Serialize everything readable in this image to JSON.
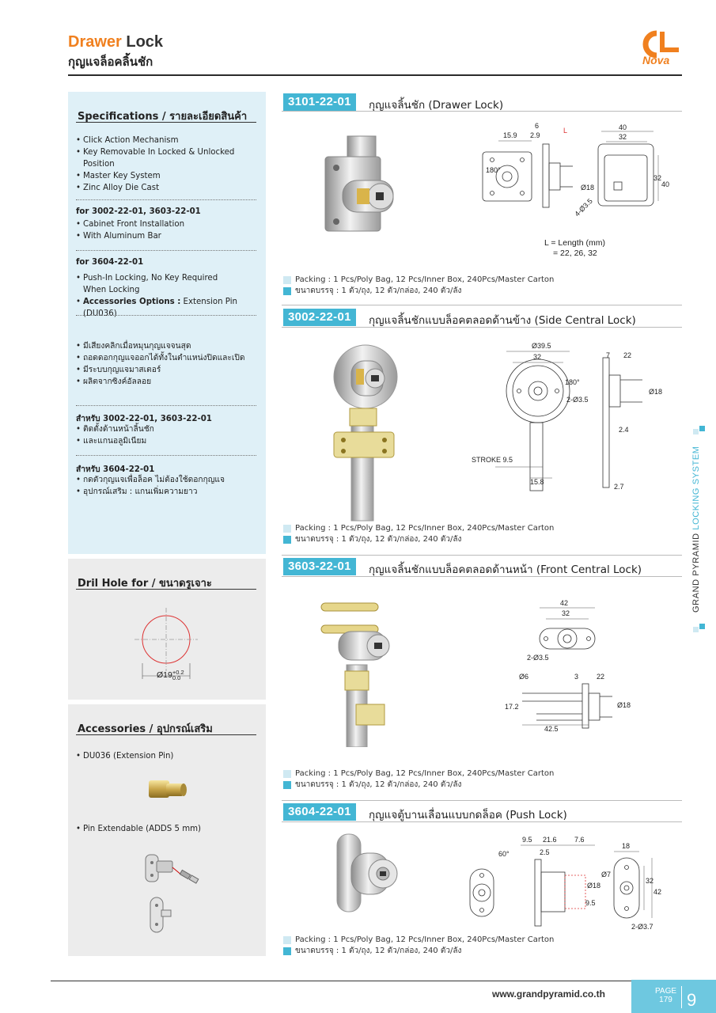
{
  "header": {
    "title_a": "Drawer",
    "title_b": "Lock",
    "subtitle": "กุญแจล็อคลิ้นชัก",
    "logo_word": "Nova"
  },
  "specs": {
    "title": "Specifications / รายละเอียดสินค้า",
    "items": [
      "Click Action Mechanism",
      "Key Removable In Locked & Unlocked Position",
      "Master Key System",
      "Zinc Alloy Die Cast"
    ],
    "for1_title": "for 3002-22-01, 3603-22-01",
    "for1_items": [
      "Cabinet Front Installation",
      "With Aluminum Bar"
    ],
    "for2_title": "for 3604-22-01",
    "for2_item1a": "Push-In Locking, No Key Required",
    "for2_item1b": "When Locking",
    "for2_item2_label": "Accessories Options :",
    "for2_item2_value": "Extension Pin (DU036)",
    "th_items": [
      "มีเสียงคลิกเมื่อหมุนกุญแจจนสุด",
      "ถอดดอกกุญแจออกได้ทั้งในตำแหน่งปิดและเปิด",
      "มีระบบกุญแจมาสเตอร์",
      "ผลิตจากซิงค์อัลลอย"
    ],
    "th_for1_title": "สำหรับ 3002-22-01, 3603-22-01",
    "th_for1_items": [
      "ติดตั้งด้านหน้าลิ้นชัก",
      "และแกนอลูมิเนียม"
    ],
    "th_for2_title": "สำหรับ 3604-22-01",
    "th_for2_items": [
      "กดตัวกุญแจเพื่อล็อค ไม่ต้องใช้ดอกกุญแจ",
      "อุปกรณ์เสริม : แกนเพิ่มความยาว"
    ]
  },
  "drill": {
    "title": "Dril Hole for / ขนาดรูเจาะ",
    "dim": "Ø19",
    "tol_plus": "+0.2",
    "tol_zero": "0.0"
  },
  "accessories": {
    "title": "Accessories  / อุปกรณ์เสริม",
    "item1": "DU036 (Extension Pin)",
    "item2": "Pin Extendable (ADDS 5 mm)"
  },
  "products": [
    {
      "code": "3101-22-01",
      "name": "กุญแจลิ้นชัก (Drawer Lock)",
      "note1": "L = Length (mm)",
      "note2": "= 22, 26, 32",
      "dims": [
        "15.9",
        "6",
        "2.9",
        "L",
        "180°",
        "Ø18",
        "4-Ø3.5",
        "40",
        "32",
        "32",
        "40"
      ]
    },
    {
      "code": "3002-22-01",
      "name": "กุญแจลิ้นชักแบบล็อคตลอดด้านข้าง (Side Central Lock)",
      "dims": [
        "Ø39.5",
        "32",
        "180°",
        "2-Ø3.5",
        "7",
        "22",
        "Ø18",
        "2.4",
        "STROKE 9.5",
        "15.8",
        "2.7"
      ]
    },
    {
      "code": "3603-22-01",
      "name": "กุญแจลิ้นชักแบบล็อคตลอดด้านหน้า (Front Central Lock)",
      "dims": [
        "42",
        "32",
        "2-Ø3.5",
        "Ø6",
        "3",
        "22",
        "17.2",
        "Ø18",
        "42.5"
      ]
    },
    {
      "code": "3604-22-01",
      "name": "กุญแจตู้บานเลื่อนแบบกดล็อค (Push Lock)",
      "dims": [
        "9.5",
        "21.6",
        "7.6",
        "2.5",
        "60°",
        "Ø18",
        "9.5",
        "18",
        "Ø7",
        "32",
        "42",
        "2-Ø3.7"
      ]
    }
  ],
  "packing": {
    "en": "Packing : 1 Pcs/Poly Bag, 12 Pcs/Inner Box, 240Pcs/Master Carton",
    "th": "ขนาดบรรจุ : 1 ตัว/ถุง, 12 ตัว/กล่อง, 240 ตัว/ลัง"
  },
  "side": {
    "part1": "GRAND PYRAMID",
    "part2": " LOCKING SYSTEM"
  },
  "footer": {
    "url": "www.grandpyramid.co.th",
    "page_label": "PAGE",
    "page_ref": "179",
    "page_num": "9"
  },
  "colors": {
    "accent_orange": "#f0801f",
    "accent_blue": "#43b6d4",
    "panel_blue": "#dff0f7",
    "panel_gray": "#ececec"
  }
}
